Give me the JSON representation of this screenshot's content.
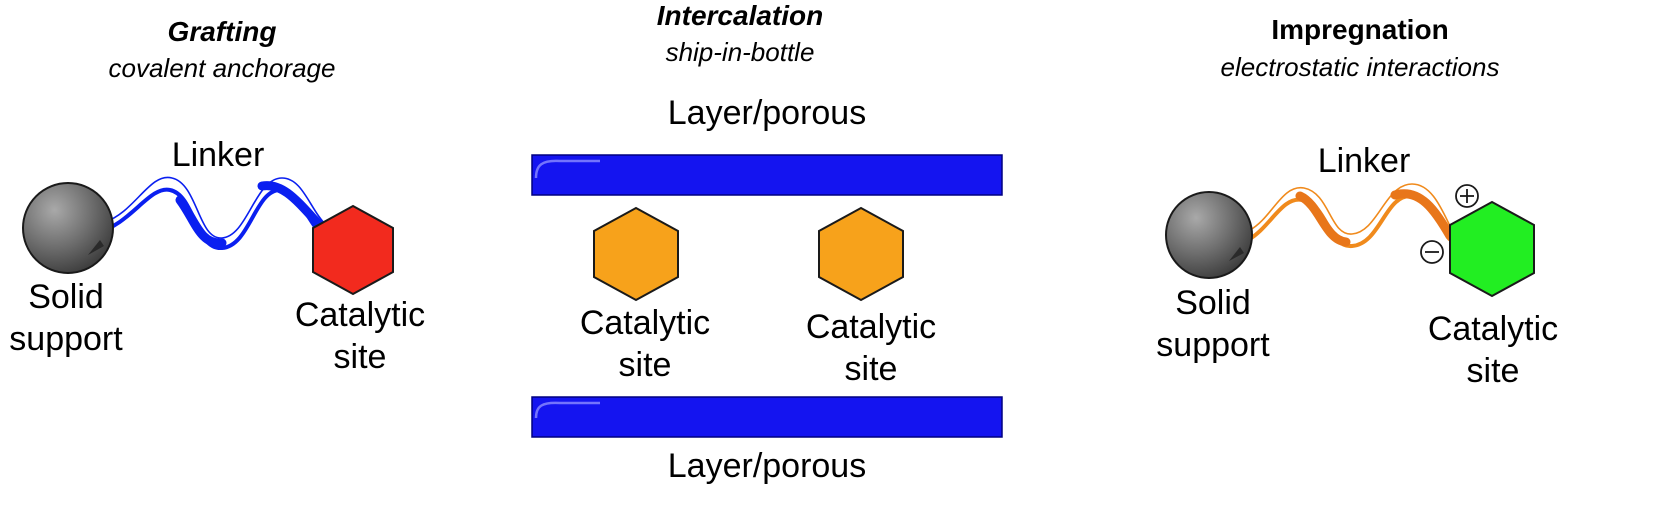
{
  "panels": {
    "grafting": {
      "title": "Grafting",
      "subtitle": "covalent anchorage",
      "linker_label": "Linker",
      "support_label_1": "Solid",
      "support_label_2": "support",
      "site_label_1": "Catalytic",
      "site_label_2": "site",
      "linker_color": "#0a1ff0",
      "site_color": "#f22a1e",
      "support_color": "#6e6e6e"
    },
    "intercalation": {
      "title": "Intercalation",
      "subtitle": "ship-in-bottle",
      "layer_top_label": "Layer/porous",
      "layer_bottom_label": "Layer/porous",
      "site1_label_1": "Catalytic",
      "site1_label_2": "site",
      "site2_label_1": "Catalytic",
      "site2_label_2": "site",
      "layer_color": "#1414f0",
      "site_color": "#f7a21b"
    },
    "impregnation": {
      "title": "Impregnation",
      "subtitle": "electrostatic interactions",
      "linker_label": "Linker",
      "support_label_1": "Solid",
      "support_label_2": "support",
      "site_label_1": "Catalytic",
      "site_label_2": "site",
      "plus_symbol": "+",
      "minus_symbol": "−",
      "linker_color": "#f08a1c",
      "site_color": "#22ee22",
      "support_color": "#6e6e6e"
    }
  }
}
